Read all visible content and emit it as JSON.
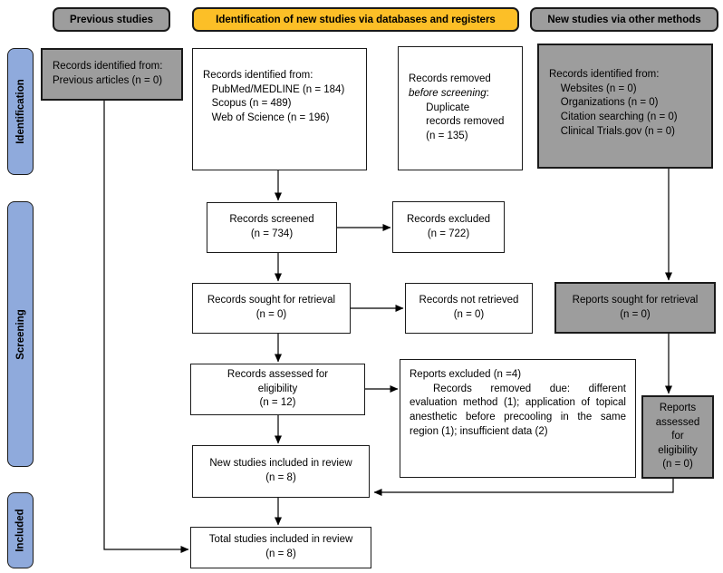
{
  "colors": {
    "box_gray": "#9d9d9d",
    "accent_orange": "#fcbf27",
    "sidebar_blue": "#8faadc",
    "box_white": "#ffffff",
    "border_black": "#1a1a1a"
  },
  "headers": {
    "previous": "Previous studies",
    "databases": "Identification of new studies via databases and registers",
    "other_methods": "New studies via other methods"
  },
  "sidebar": {
    "identification": "Identification",
    "screening": "Screening",
    "included": "Included"
  },
  "boxes": {
    "previous_records": "Records identified from:\nPrevious articles (n = 0)",
    "database_records": "Records identified from:\n   PubMed/MEDLINE (n = 184)\n   Scopus (n = 489)\n   Web of Science (n = 196)",
    "records_removed": {
      "line1": "Records removed",
      "italic": "before screening",
      "after_italic": ":",
      "detail": "      Duplicate\n      records removed\n      (n = 135)"
    },
    "other_records": "Records identified from:\n    Websites (n = 0)\n    Organizations (n = 0)\n    Citation searching (n = 0)\n    Clinical Trials.gov (n = 0)",
    "records_screened": "Records screened\n(n = 734)",
    "records_excluded": "Records excluded\n(n = 722)",
    "records_sought": "Records sought for retrieval\n(n = 0)",
    "records_not_retrieved": "Records not retrieved\n(n = 0)",
    "reports_sought": "Reports sought for retrieval\n(n = 0)",
    "records_assessed": "Records assessed for\neligibility\n(n = 12)",
    "reports_excluded_title": "Reports excluded (n =4)",
    "reports_excluded_body": "Records removed due: different evaluation method (1); application of topical anesthetic before precooling in the same region (1); insufficient data (2)",
    "reports_assessed": "Reports\nassessed\nfor\neligibility\n(n = 0)",
    "new_studies_included": "New studies included in review\n(n = 8)",
    "total_studies_included": "Total studies included in review\n(n = 8)"
  }
}
